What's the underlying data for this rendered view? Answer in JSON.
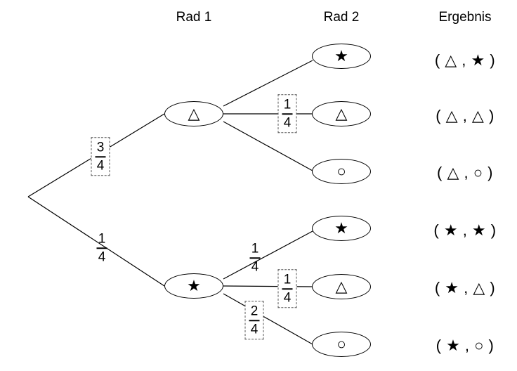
{
  "headers": {
    "rad1": "Rad 1",
    "rad2": "Rad 2",
    "ergebnis": "Ergebnis"
  },
  "symbols": {
    "triangle": "△",
    "star": "★",
    "circle": "○"
  },
  "level1": {
    "triangle_node": "△",
    "star_node": "★",
    "prob_triangle": {
      "num": "3",
      "den": "4"
    },
    "prob_star": {
      "num": "1",
      "den": "4"
    }
  },
  "level2": {
    "after_triangle": [
      {
        "node": "★"
      },
      {
        "node": "△",
        "prob": {
          "num": "1",
          "den": "4"
        }
      },
      {
        "node": "○"
      }
    ],
    "after_star": [
      {
        "node": "★",
        "prob": {
          "num": "1",
          "den": "4"
        }
      },
      {
        "node": "△",
        "prob": {
          "num": "1",
          "den": "4"
        }
      },
      {
        "node": "○",
        "prob": {
          "num": "2",
          "den": "4"
        }
      }
    ]
  },
  "results": [
    "( △ , ★ )",
    "( △ , △ )",
    "( △ , ○ )",
    "( ★ , ★ )",
    "( ★ , △ )",
    "( ★ , ○ )"
  ]
}
